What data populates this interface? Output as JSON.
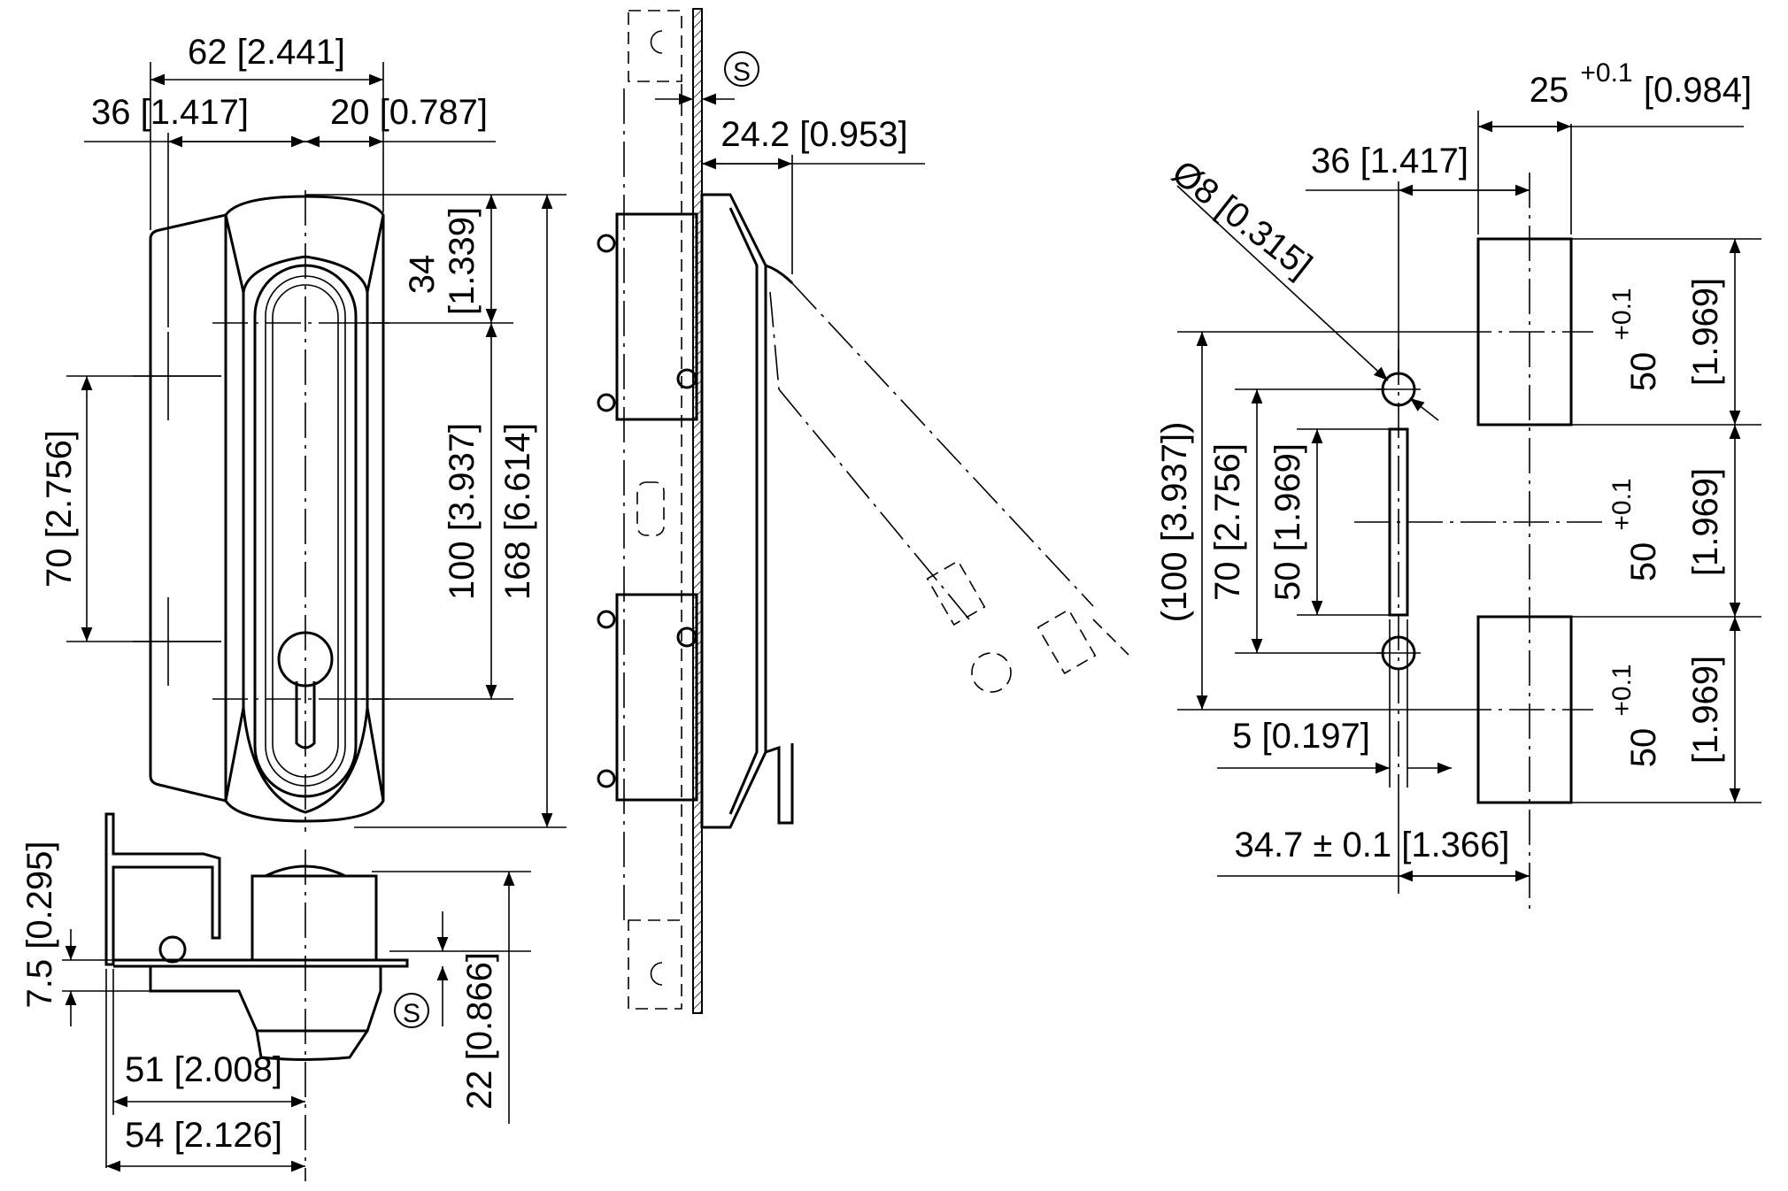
{
  "dimensions": {
    "overall_width": "62 [2.441]",
    "left_offset": "36 [1.417]",
    "right_offset": "20 [0.787]",
    "top_offset_value": "34",
    "top_offset_inch": "[1.339]",
    "hole_pitch_front": "100 [3.937]",
    "overall_height": "168 [6.614]",
    "mount_pitch": "70 [2.756]",
    "side_depth": "24.2 [0.953]",
    "cutout_width_value": "25",
    "cutout_width_tol": "+0.1",
    "cutout_width_inch": "[0.984]",
    "cutout_offset": "36 [1.417]",
    "hole_diameter": "Ø8 [0.315]",
    "hole_pitch_ref": "(100 [3.937])",
    "mount_pitch_cutout": "70 [2.756]",
    "slot_length": "50 [1.969]",
    "slot_width": "5 [0.197]",
    "center_distance": "34.7 ± 0.1 [1.366]",
    "square_value": "50",
    "square_tol": "+0.1",
    "square_inch": "[1.969]",
    "bottom_thickness": "7.5 [0.295]",
    "bottom_depth": "22 [0.866]",
    "bottom_width_1": "51 [2.008]",
    "bottom_width_2": "54 [2.126]",
    "panel_symbol": "S"
  }
}
